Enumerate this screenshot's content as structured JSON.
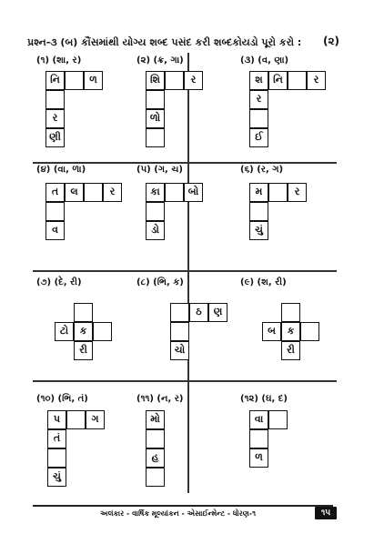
{
  "heading": {
    "text": "પ્રશ્ન-૩ (બ) કૌંસમાંથી યોગ્ય શબ્દ પસંદ કરી શબ્દકોયડો પૂરો કરો :",
    "marks": "(૨)"
  },
  "puzzles": [
    {
      "label": "(૧) (શા, ર)",
      "cells": [
        "નિ",
        "",
        "ળ",
        "",
        "ર",
        "ણી"
      ]
    },
    {
      "label": "(૨) (ક્ર, ગા)",
      "cells": [
        "શિ",
        "",
        "ર",
        "",
        "ળો",
        ""
      ]
    },
    {
      "label": "(૩) (વ, ણા)",
      "cells": [
        "શ",
        "નિ",
        "",
        "ર",
        "ર",
        "",
        "ઈ"
      ]
    },
    {
      "label": "(૪) (વા, ળા)",
      "cells": [
        "ત",
        "લ",
        "",
        "ર",
        "",
        "વ"
      ]
    },
    {
      "label": "(૫) (ગ, ચ)",
      "cells": [
        "કા",
        "",
        "બો",
        "",
        "ડો"
      ]
    },
    {
      "label": "(૬) (ર, ગ)",
      "cells": [
        "મ",
        "",
        "ર",
        "",
        "ચું"
      ]
    },
    {
      "label": "(૭) (દે, રી)",
      "cells": [
        "",
        "ટો",
        "ક",
        "",
        "રી"
      ]
    },
    {
      "label": "(૮) (ભિ, ક)",
      "cells": [
        "",
        "ઠ",
        "ણ",
        "",
        "ચો"
      ]
    },
    {
      "label": "(૯) (શ, રી)",
      "cells": [
        "",
        "બ",
        "ક",
        "",
        "રી"
      ]
    },
    {
      "label": "(૧૦) (ભિ, તં)",
      "cells": [
        "પ",
        "",
        "ગ",
        "તં",
        "",
        "ચું"
      ]
    },
    {
      "label": "(૧૧) (ન, ર)",
      "cells": [
        "મો",
        "",
        "હ",
        ""
      ]
    },
    {
      "label": "(૧૨) (ઘ, દ)",
      "cells": [
        "વા",
        "",
        "",
        "ળ"
      ]
    }
  ],
  "footer": {
    "text": "અલંકાર - વાર્ષિક મૂલ્યાંકન - એસાઈન્મેન્ટ - ધોરણ-૧",
    "page_number": "૧૫"
  }
}
